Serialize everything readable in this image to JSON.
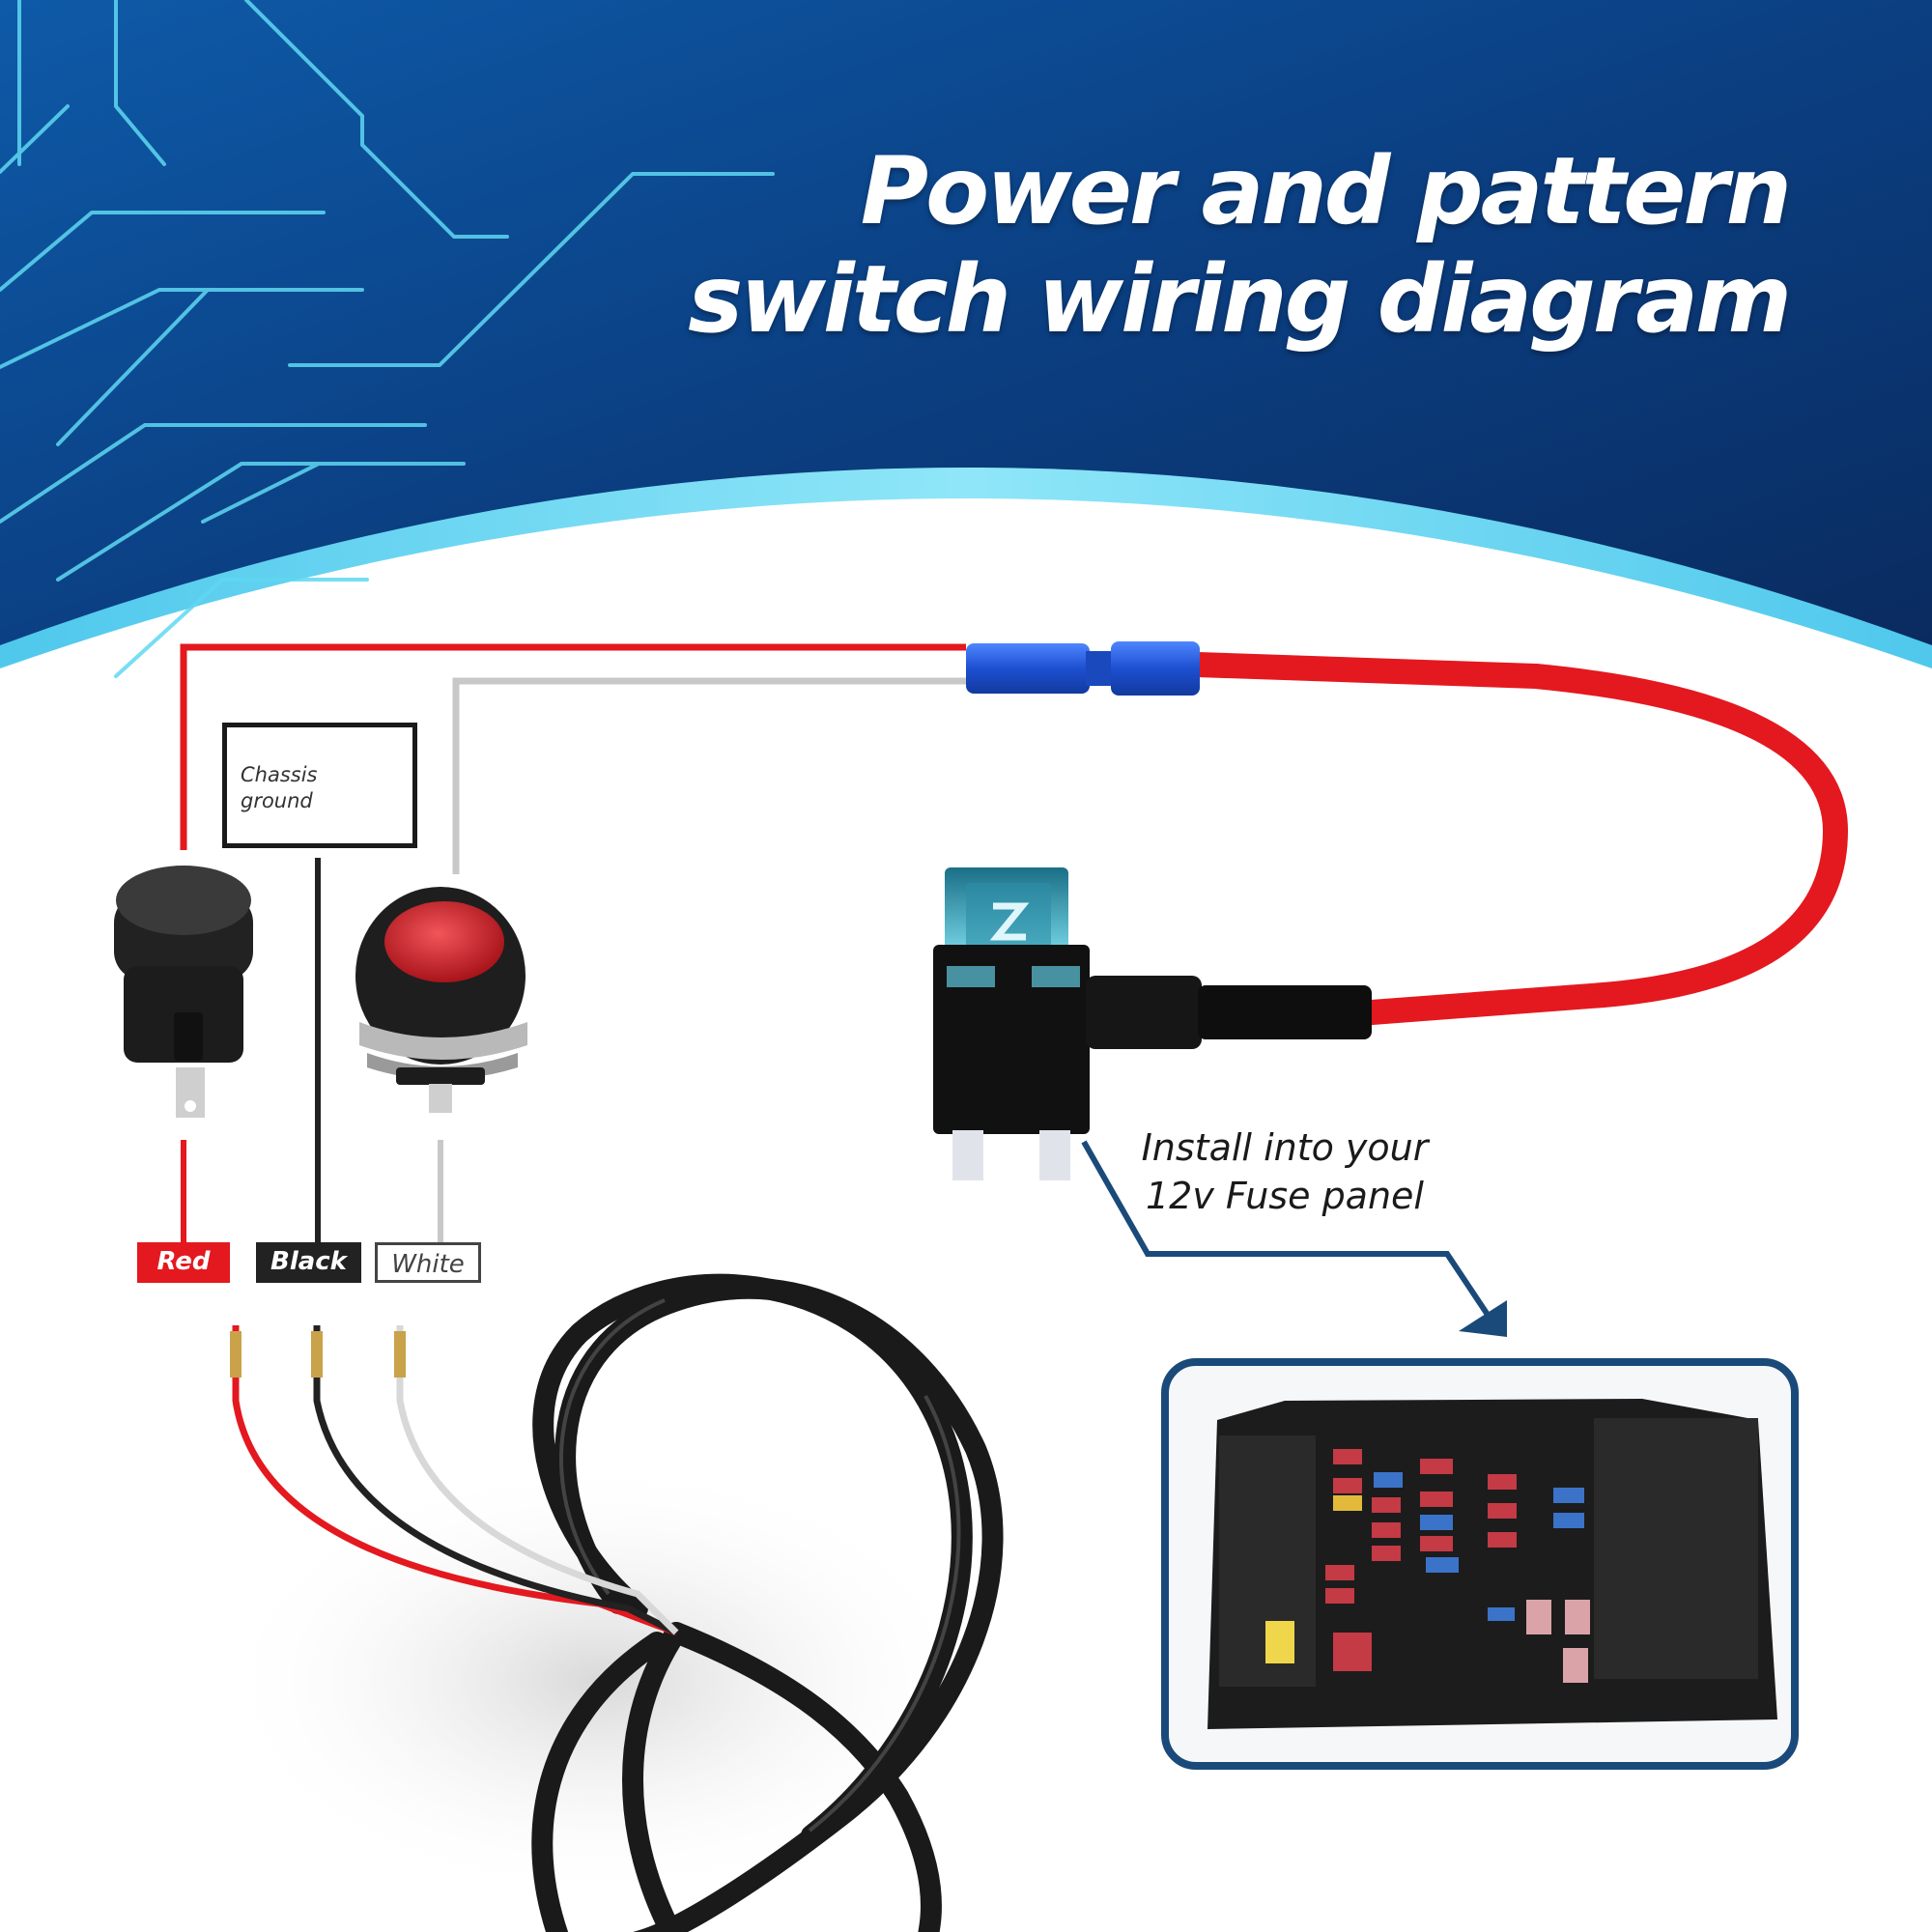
{
  "header": {
    "title_line1": "Power and pattern",
    "title_line2": "switch wiring diagram"
  },
  "ground_box": {
    "label": "Chassis\nground"
  },
  "wire_labels": {
    "red": "Red",
    "black": "Black",
    "white": "White"
  },
  "install_note": {
    "text": "Install into your\n12v Fuse panel"
  },
  "colors": {
    "header_dark_blue": "#0b2a5c",
    "header_mid_blue": "#0d4f9a",
    "accent_cyan": "#55d4f0",
    "wire_red": "#e3191f",
    "wire_black": "#222222",
    "wire_white": "#c8c8c8",
    "arrow_navy": "#1a4a7a",
    "connector_blue": "#1d4fd1",
    "fuse_clear_blue": "#6fd3e8"
  },
  "icons": {
    "ground": "ground-symbol-icon",
    "rocker_switch": "rocker-switch-icon",
    "push_button": "push-button-switch-icon",
    "fuse_tap": "add-a-fuse-tap-icon",
    "fuse_box": "fuse-box-photo",
    "cable": "coiled-cable-photo",
    "arrow": "arrow-down-icon"
  }
}
